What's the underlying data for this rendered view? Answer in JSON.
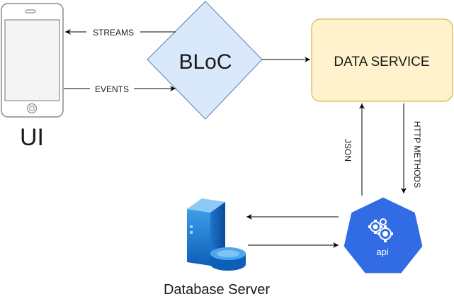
{
  "nodes": {
    "ui": {
      "label": "UI"
    },
    "bloc": {
      "label": "BLoC",
      "fill": "#dae8fc",
      "stroke": "#6c8ebf"
    },
    "data_service": {
      "label": "DATA SERVICE",
      "fill": "#fff2cc",
      "stroke": "#d6b656"
    },
    "api": {
      "label": "api",
      "fill": "#326ce5"
    },
    "database_server": {
      "label": "Database Server"
    }
  },
  "edges": {
    "streams": {
      "label": "STREAMS"
    },
    "events": {
      "label": "EVENTS"
    },
    "json": {
      "label": "JSON"
    },
    "http_methods": {
      "label": "HTTP METHODS"
    }
  },
  "icons": [
    "smartphone-icon",
    "server-icon",
    "database-icon",
    "kubernetes-api-icon",
    "gear-icon"
  ]
}
